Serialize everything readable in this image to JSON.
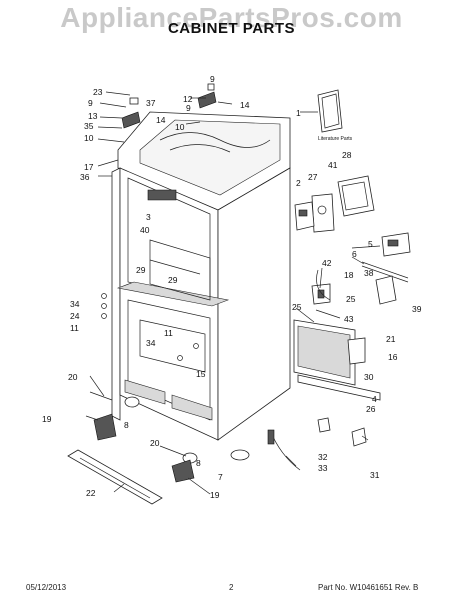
{
  "watermark": "AppliancePartsPros.com",
  "title": "CABINET PARTS",
  "footer": {
    "date": "05/12/2013",
    "page": "2",
    "part_no": "Part No.  W10461651  Rev. B"
  },
  "literature_label": "Literature Parts",
  "callouts": [
    {
      "id": "c1",
      "text": "1"
    },
    {
      "id": "c2",
      "text": "2"
    },
    {
      "id": "c3",
      "text": "3"
    },
    {
      "id": "c4",
      "text": "4"
    },
    {
      "id": "c5",
      "text": "5"
    },
    {
      "id": "c6",
      "text": "6"
    },
    {
      "id": "c7",
      "text": "7"
    },
    {
      "id": "c8a",
      "text": "8"
    },
    {
      "id": "c8b",
      "text": "8"
    },
    {
      "id": "c9a",
      "text": "9"
    },
    {
      "id": "c9b",
      "text": "9"
    },
    {
      "id": "c9c",
      "text": "9"
    },
    {
      "id": "c10a",
      "text": "10"
    },
    {
      "id": "c10b",
      "text": "10"
    },
    {
      "id": "c11a",
      "text": "11"
    },
    {
      "id": "c11b",
      "text": "11"
    },
    {
      "id": "c12",
      "text": "12"
    },
    {
      "id": "c13",
      "text": "13"
    },
    {
      "id": "c14a",
      "text": "14"
    },
    {
      "id": "c14b",
      "text": "14"
    },
    {
      "id": "c15",
      "text": "15"
    },
    {
      "id": "c16",
      "text": "16"
    },
    {
      "id": "c17",
      "text": "17"
    },
    {
      "id": "c18",
      "text": "18"
    },
    {
      "id": "c19a",
      "text": "19"
    },
    {
      "id": "c19b",
      "text": "19"
    },
    {
      "id": "c20a",
      "text": "20"
    },
    {
      "id": "c20b",
      "text": "20"
    },
    {
      "id": "c21",
      "text": "21"
    },
    {
      "id": "c22",
      "text": "22"
    },
    {
      "id": "c23",
      "text": "23"
    },
    {
      "id": "c24",
      "text": "24"
    },
    {
      "id": "c25a",
      "text": "25"
    },
    {
      "id": "c25b",
      "text": "25"
    },
    {
      "id": "c26",
      "text": "26"
    },
    {
      "id": "c27",
      "text": "27"
    },
    {
      "id": "c28",
      "text": "28"
    },
    {
      "id": "c29a",
      "text": "29"
    },
    {
      "id": "c29b",
      "text": "29"
    },
    {
      "id": "c30",
      "text": "30"
    },
    {
      "id": "c31",
      "text": "31"
    },
    {
      "id": "c32",
      "text": "32"
    },
    {
      "id": "c33",
      "text": "33"
    },
    {
      "id": "c34a",
      "text": "34"
    },
    {
      "id": "c34b",
      "text": "34"
    },
    {
      "id": "c35",
      "text": "35"
    },
    {
      "id": "c36",
      "text": "36"
    },
    {
      "id": "c37",
      "text": "37"
    },
    {
      "id": "c38",
      "text": "38"
    },
    {
      "id": "c39",
      "text": "39"
    },
    {
      "id": "c40",
      "text": "40"
    },
    {
      "id": "c41",
      "text": "41"
    },
    {
      "id": "c42",
      "text": "42"
    },
    {
      "id": "c43",
      "text": "43"
    }
  ]
}
